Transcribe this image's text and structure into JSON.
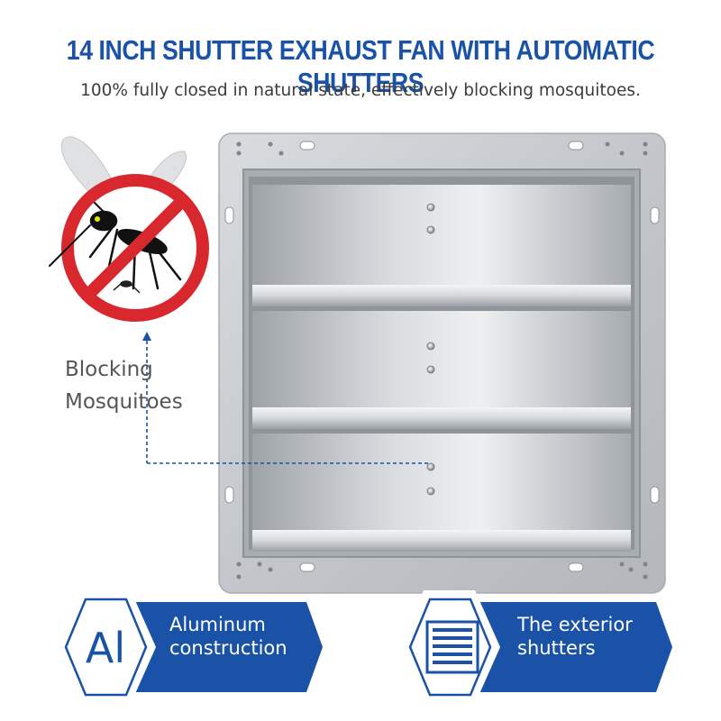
{
  "header": {
    "title": "14 INCH SHUTTER EXHAUST FAN WITH AUTOMATIC SHUTTERS",
    "subtitle": "100% fully closed in natural state, effectively blocking mosquitoes."
  },
  "callout": {
    "line1": "Blocking",
    "line2": "Mosquitoes"
  },
  "features": [
    {
      "icon_text": "Al",
      "line1": "Aluminum",
      "line2": "construction",
      "icon": "aluminum-element-icon"
    },
    {
      "line1": "The exterior",
      "line2": "shutters",
      "icon": "shutter-grid-icon"
    }
  ],
  "colors": {
    "brand_blue": "#1a52a8",
    "no_sign_red": "#d8282e"
  }
}
